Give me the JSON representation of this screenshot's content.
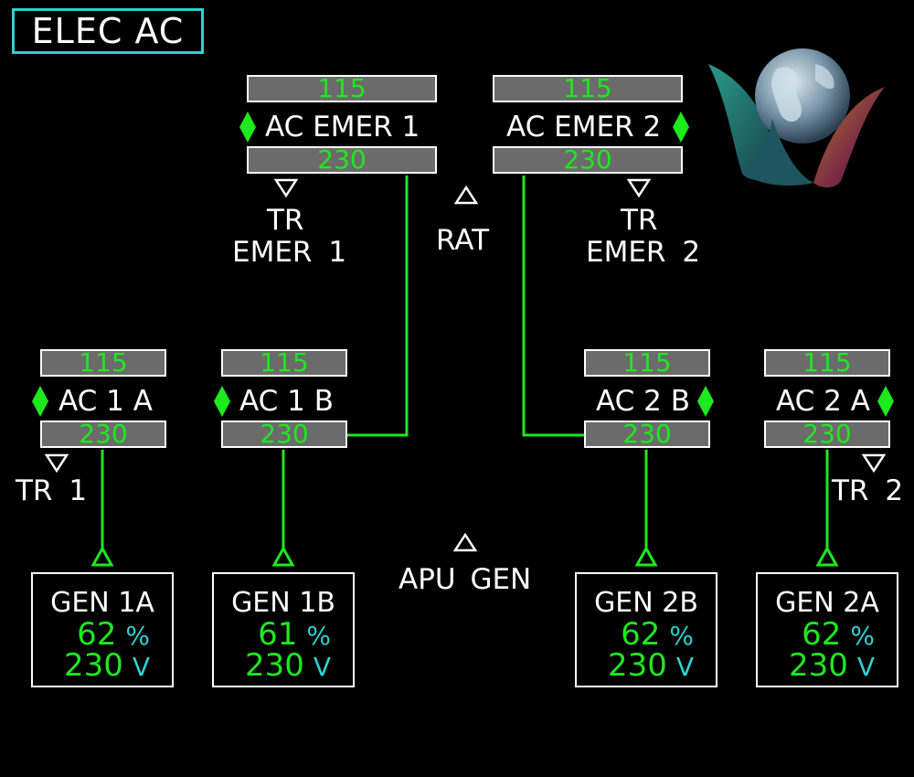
{
  "page_title": "ELEC AC",
  "buses": {
    "ac_emer_1": {
      "label": "AC EMER 1",
      "top_value": "115",
      "bottom_value": "230"
    },
    "ac_emer_2": {
      "label": "AC EMER 2",
      "top_value": "115",
      "bottom_value": "230"
    },
    "ac_1a": {
      "label": "AC 1 A",
      "top_value": "115",
      "bottom_value": "230"
    },
    "ac_1b": {
      "label": "AC 1 B",
      "top_value": "115",
      "bottom_value": "230"
    },
    "ac_2b": {
      "label": "AC 2 B",
      "top_value": "115",
      "bottom_value": "230"
    },
    "ac_2a": {
      "label": "AC 2 A",
      "top_value": "115",
      "bottom_value": "230"
    }
  },
  "transformers": {
    "tr_emer_1": {
      "line1": "TR",
      "line2": "EMER 1"
    },
    "tr_emer_2": {
      "line1": "TR",
      "line2": "EMER 2"
    },
    "tr_1": {
      "label": "TR 1"
    },
    "tr_2": {
      "label": "TR 2"
    }
  },
  "rat": {
    "label": "RAT"
  },
  "apu_gen": {
    "label": "APU GEN"
  },
  "generators": {
    "gen_1a": {
      "name": "GEN 1A",
      "percent": "62",
      "percent_unit": "%",
      "volts": "230",
      "volts_unit": "V"
    },
    "gen_1b": {
      "name": "GEN 1B",
      "percent": "61",
      "percent_unit": "%",
      "volts": "230",
      "volts_unit": "V"
    },
    "gen_2b": {
      "name": "GEN 2B",
      "percent": "62",
      "percent_unit": "%",
      "volts": "230",
      "volts_unit": "V"
    },
    "gen_2a": {
      "name": "GEN 2A",
      "percent": "62",
      "percent_unit": "%",
      "volts": "230",
      "volts_unit": "V"
    }
  },
  "colors": {
    "green": "#1ee81e",
    "cyan": "#2fd0d0",
    "bar_gray": "#6b6b6b",
    "background": "#000000"
  },
  "logo": {
    "icon": "globe-logo-icon"
  }
}
